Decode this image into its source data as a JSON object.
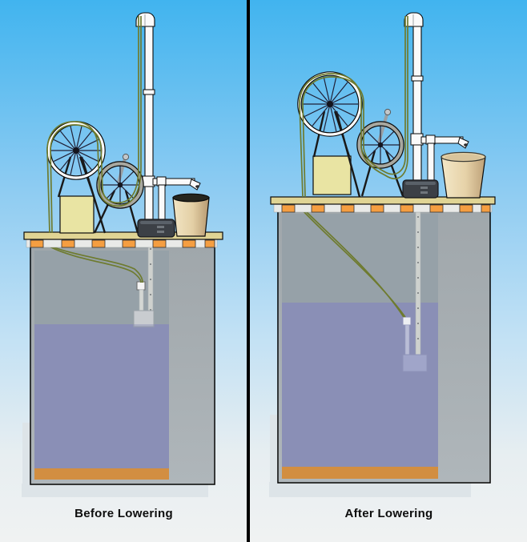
{
  "title": "Pump lowering comparison diagram",
  "panels": [
    {
      "id": "before",
      "caption": "Before Lowering"
    },
    {
      "id": "after",
      "caption": "After Lowering"
    }
  ],
  "colors": {
    "sky_top": "#41b4ef",
    "sky_mid": "#8ccbf2",
    "sky_bottom": "#f0f2f2",
    "divider": "#000000",
    "water": "#8a8fb6",
    "sediment": "#d28e41",
    "tank_front": "#96a1a8",
    "tank_side": "#a4abaf",
    "shadow": "#dde4e8",
    "table_tan": "#e0d494",
    "joist_orange": "#f59e41",
    "crate_yellow": "#e9e4a3",
    "cable_olive": "#6e7b2f",
    "pump_dark": "#3c4046",
    "pipe_white": "#fafafa",
    "valve_gray": "#c9ccd0",
    "valve_submerged": "#a0a5c9"
  }
}
